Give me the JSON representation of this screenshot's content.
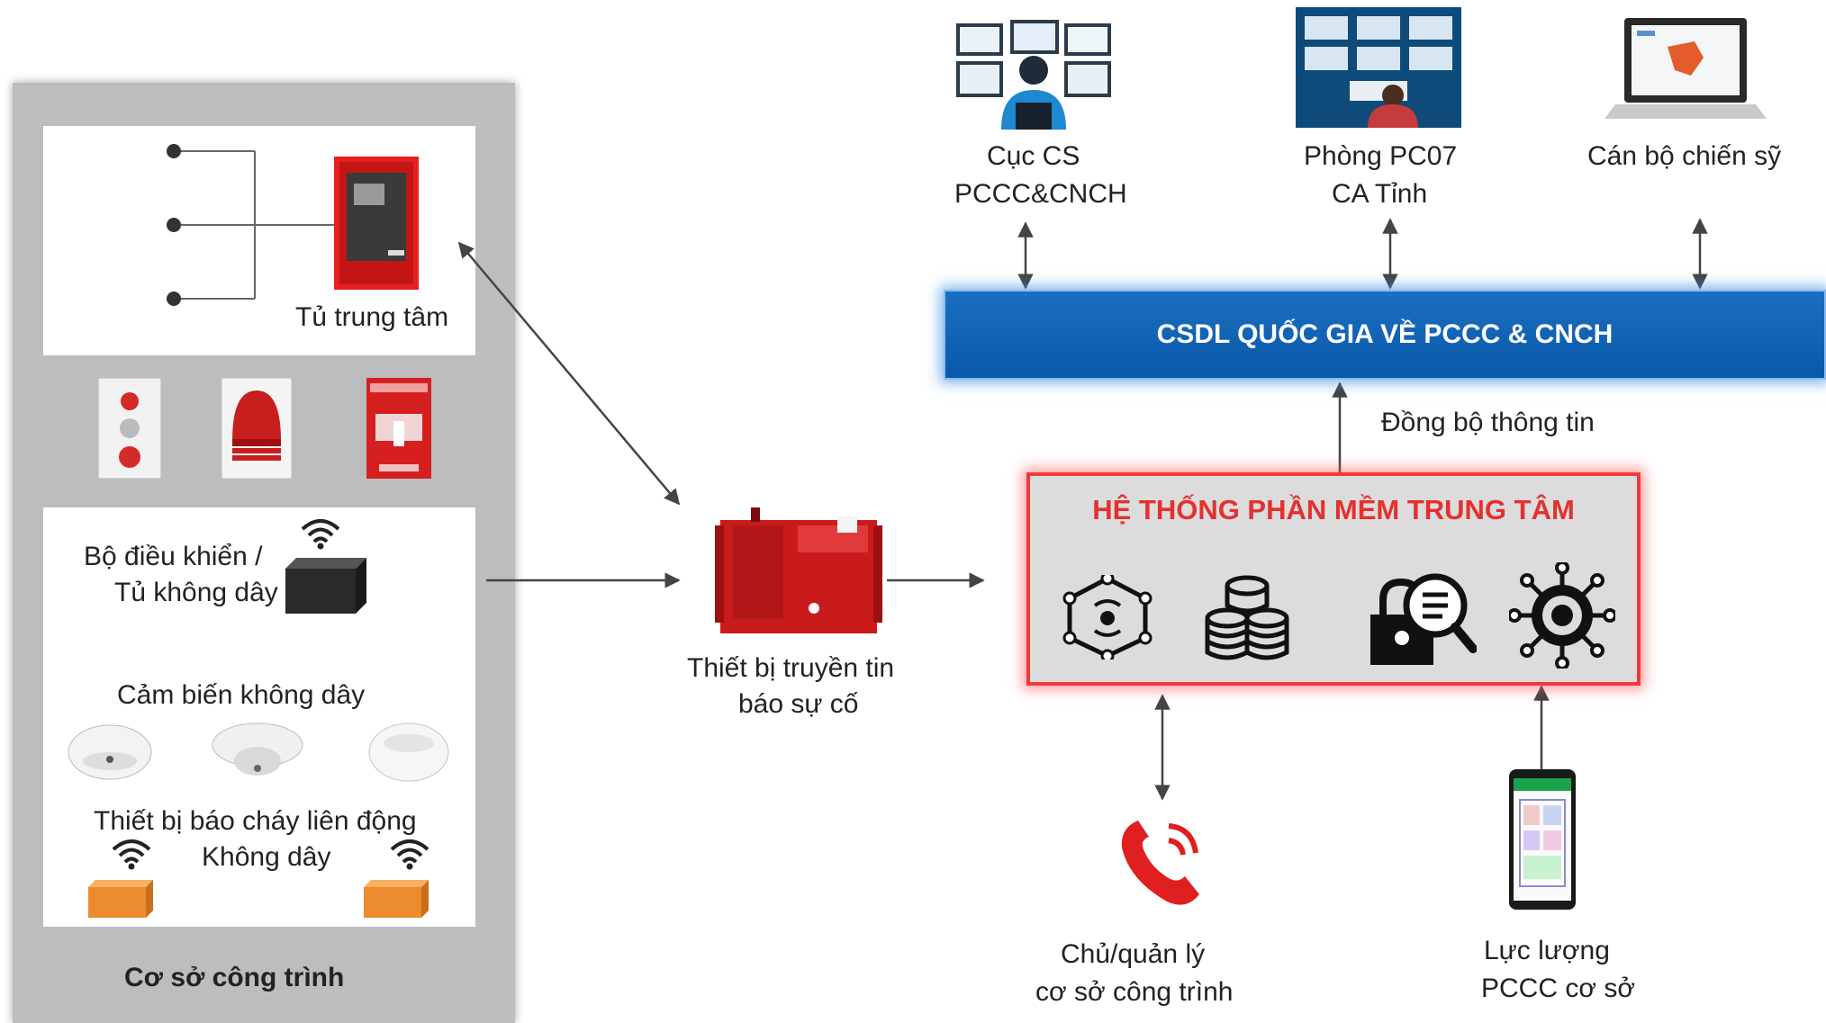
{
  "site": {
    "title": "Cơ sở công trình",
    "central_cabinet_label": "Tủ trung tâm",
    "wireless_controller_label_1": "Bộ điều khiển /",
    "wireless_controller_label_2": "Tủ không dây",
    "wireless_sensor_label": "Cảm biến không dây",
    "linked_alarm_label_1": "Thiết bị báo cháy liên động",
    "linked_alarm_label_2": "Không dây"
  },
  "transmitter": {
    "label_1": "Thiết bị truyền tin",
    "label_2": "báo sự cố"
  },
  "database": {
    "label": "CSDL QUỐC GIA VỀ PCCC & CNCH"
  },
  "sync": {
    "label": "Đồng bộ thông tin"
  },
  "central_software": {
    "title": "HỆ THỐNG PHẦN MỀM TRUNG TÂM"
  },
  "users": [
    {
      "line1": "Cục CS",
      "line2": "PCCC&CNCH"
    },
    {
      "line1": "Phòng PC07",
      "line2": "CA Tỉnh"
    },
    {
      "line1": "Cán bộ chiến sỹ",
      "line2": ""
    }
  ],
  "owner": {
    "line1": "Chủ/quản lý",
    "line2": "cơ sở công trình"
  },
  "force": {
    "line1": "Lực lượng",
    "line2": "PCCC cơ sở"
  },
  "colors": {
    "db_blue": "#0a58aa",
    "alarm_red": "#e53030",
    "panel_gray": "#bdbdbd"
  }
}
